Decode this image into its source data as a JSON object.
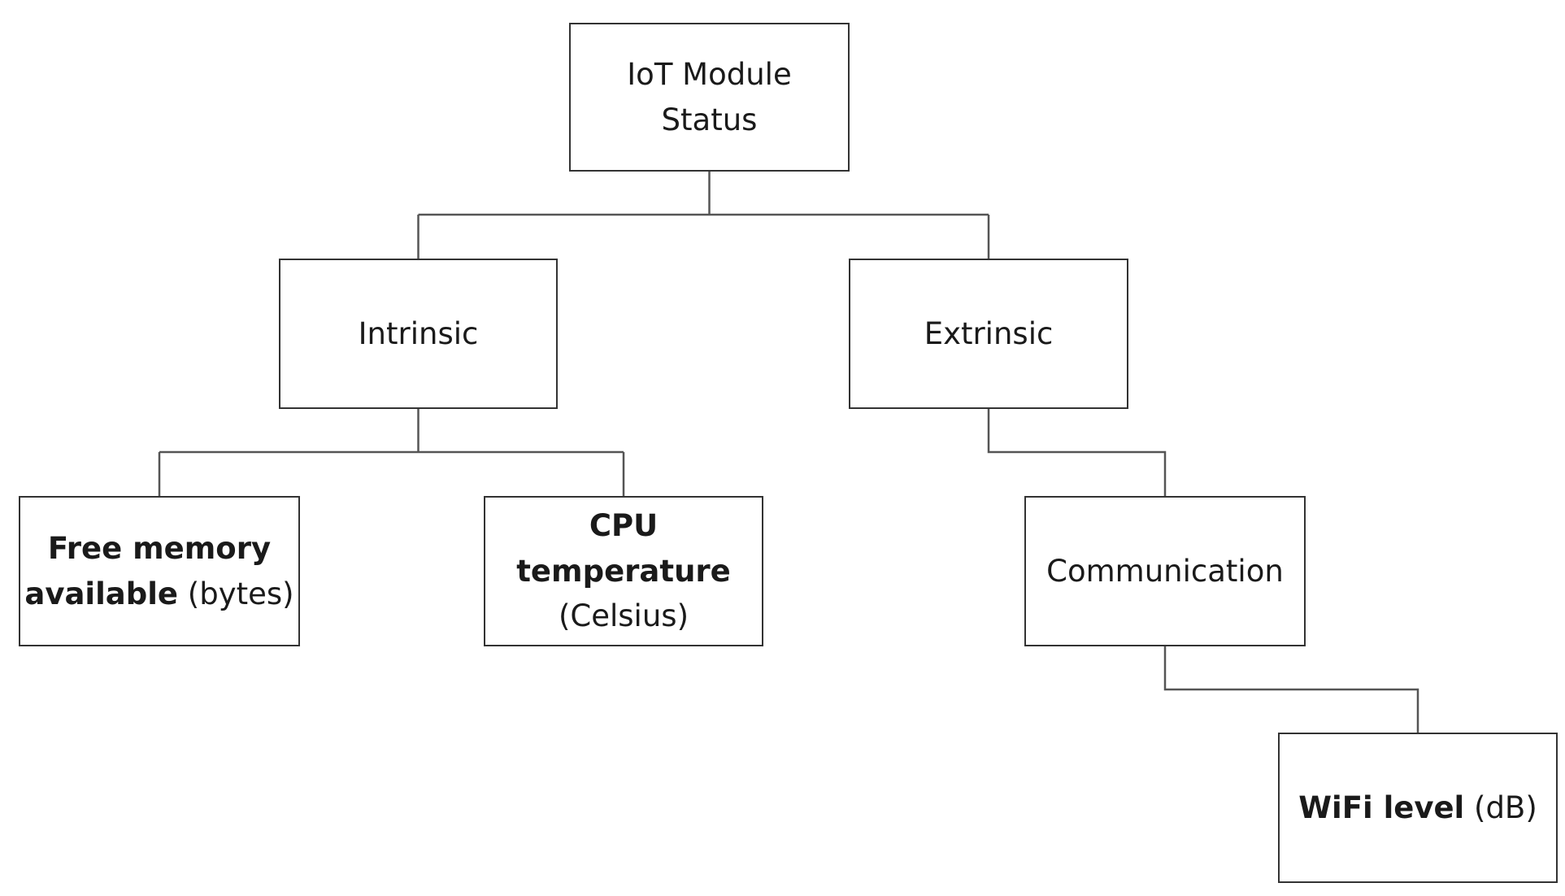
{
  "diagram": {
    "root": {
      "line1": "IoT Module",
      "line2": "Status"
    },
    "intrinsic": {
      "label": "Intrinsic"
    },
    "extrinsic": {
      "label": "Extrinsic"
    },
    "free_memory": {
      "bold_line1": "Free memory",
      "bold_line2": "available",
      "unit": "(bytes)"
    },
    "cpu_temperature": {
      "bold_line1": "CPU",
      "bold_line2": "temperature",
      "unit": "(Celsius)"
    },
    "communication": {
      "label": "Communication"
    },
    "wifi_level": {
      "bold": "WiFi level",
      "unit": "(dB)"
    }
  }
}
